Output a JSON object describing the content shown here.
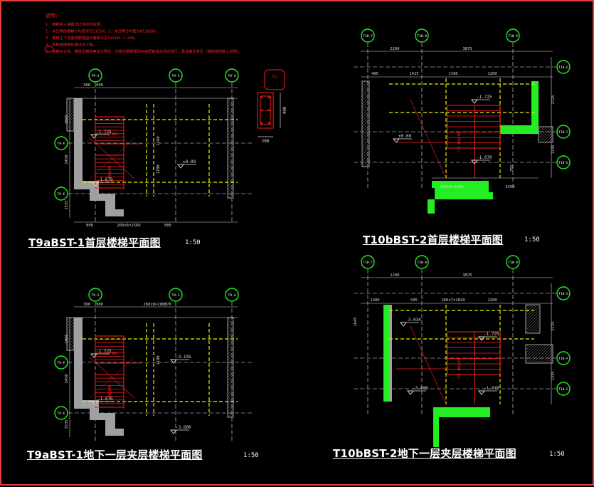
{
  "notes": {
    "header": "说明：",
    "lines": [
      "1. 楼梯梁入墙做法详见结构说明。",
      "2. 未注明的楼梯分布筋详见11G101-2，未注明分布筋为Φ12@100。",
      "3. 楼梯上下支座钢筋锚固长度做法见11G101-2,P44。",
      "4. 楼梯板搁置长度详见大样。",
      "5. 楼梯平台板、梯梁及梯柱等未注明的，均按本图楼梯间平面配筋相关规定执行，具体做法参见（楼梯结构施工说明）。"
    ]
  },
  "colors": {
    "background": "#000000",
    "frame": "#e04040",
    "rebar": "#ff2020",
    "wall": "#a0a0a0",
    "new_wall": "#22ee22",
    "beam": "#f0f000",
    "grid": "#e6e6e6",
    "axis_bubble": "#22ee22",
    "dimension": "#d8d8d8"
  },
  "panels": [
    {
      "id": "t9-ground",
      "title": "T9aBST-1首层楼梯平面图",
      "scale": "1:50",
      "axes_top": [
        "T9-2",
        "T9-3",
        "T9-4"
      ],
      "axes_left": [
        "T9-F",
        "T9-E"
      ],
      "dims_top": [
        "300",
        "900"
      ],
      "dims_bottom": [
        "800",
        "260x6=1560",
        "800"
      ],
      "dims_left": [
        "1065",
        "2450",
        "1535"
      ],
      "dims_mid": [
        "1160",
        "1700"
      ],
      "levels": [
        "-1.725",
        "±0.00",
        "-1.070"
      ]
    },
    {
      "id": "t10-ground",
      "title": "T10bBST-2首层楼梯平面图",
      "scale": "1:50",
      "axes_top": [
        "T10-7",
        "T10-8",
        "T10-9"
      ],
      "axes_right": [
        "T10-G",
        "T10-F",
        "T10-E"
      ],
      "dims_top1": [
        "2200",
        "3875"
      ],
      "dims_top2": [
        "485",
        "1425",
        "1190",
        "1260"
      ],
      "dims_bottom": [
        "260x6=1560",
        "2450"
      ],
      "dims_right": [
        "2725",
        "1335"
      ],
      "dims_mid": [
        "755"
      ],
      "levels": [
        "-1.725",
        "±0.00",
        "-1.070"
      ]
    },
    {
      "id": "t9-basement",
      "title": "T9aBST-1地下一层夹层楼梯平面图",
      "scale": "1:50",
      "axes_top": [
        "T9-2",
        "T9-3",
        "T9-4"
      ],
      "axes_left": [
        "T9-F",
        "T9-E"
      ],
      "dims_top": [
        "300",
        "900",
        "260x8=2080",
        "370"
      ],
      "dims_left": [
        "1065",
        "2450",
        "1535"
      ],
      "dims_mid": [
        "1180"
      ],
      "levels": [
        "-1.725",
        "-1.070",
        "-3.195",
        "-3.600"
      ]
    },
    {
      "id": "t10-basement",
      "title": "T10bBST-2地下一层夹层楼梯平面图",
      "scale": "1:50",
      "axes_top": [
        "T10-7",
        "T10-8",
        "T10-9"
      ],
      "axes_right": [
        "T10-G",
        "T10-F",
        "T10-E"
      ],
      "dims_top1": [
        "2200",
        "3875"
      ],
      "dims_top2": [
        "1300",
        "505",
        "260x7=1820",
        "1260"
      ],
      "dims_right": [
        "2725",
        "1335"
      ],
      "dims_left": [
        "1645"
      ],
      "levels": [
        "-3.034",
        "-1.725",
        "-3.600",
        "-1.070"
      ]
    }
  ],
  "column_detail": {
    "section_tag": "TZ1",
    "width": "200",
    "height": "400"
  }
}
